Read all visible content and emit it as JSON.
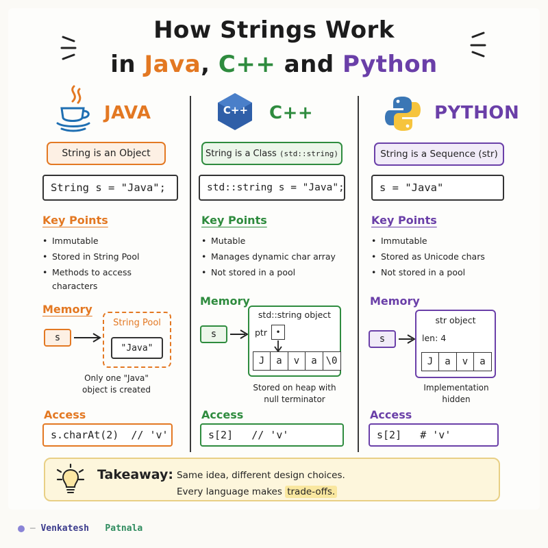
{
  "title": {
    "line1": "How Strings Work",
    "in": "in",
    "java": "Java",
    "comma": ",",
    "cpp": "C++",
    "and": "and",
    "python": "Python"
  },
  "colors": {
    "java": "#e37822",
    "cpp": "#2e8b3e",
    "python": "#6a3fa8",
    "takeaway_bg": "#fdf6dc",
    "highlight": "#f9e79f"
  },
  "java": {
    "name": "JAVA",
    "tag": "String is an Object",
    "code": "String s = \"Java\";",
    "key_points_heading": "Key Points",
    "bullets": [
      "Immutable",
      "Stored in String Pool",
      "Methods to access",
      "characters"
    ],
    "memory_heading": "Memory",
    "var": "s",
    "pool_label": "String Pool",
    "pool_value": "\"Java\"",
    "caption1": "Only one \"Java\"",
    "caption2": "object is created",
    "access_heading": "Access",
    "access_code": "s.charAt(2)  // 'v'"
  },
  "cpp": {
    "name": "C++",
    "logo_text": "C++",
    "tag": "String is a Class",
    "tag_code": "(std::string)",
    "code": "std::string s = \"Java\";",
    "key_points_heading": "Key Points",
    "bullets": [
      "Mutable",
      "Manages dynamic char array",
      "Not stored in a pool"
    ],
    "memory_heading": "Memory",
    "var": "s",
    "object_label": "std::string object",
    "ptr_label": "ptr",
    "ptr_glyph": "•",
    "cells": [
      "J",
      "a",
      "v",
      "a",
      "\\0"
    ],
    "caption1": "Stored on heap with",
    "caption2": "null terminator",
    "access_heading": "Access",
    "access_code": "s[2]   // 'v'"
  },
  "python": {
    "name": "PYTHON",
    "tag": "String is a Sequence (str)",
    "code": "s = \"Java\"",
    "key_points_heading": "Key Points",
    "bullets": [
      "Immutable",
      "Stored as Unicode chars",
      "Not stored in a pool"
    ],
    "memory_heading": "Memory",
    "var": "s",
    "object_label": "str object",
    "len_label": "len: 4",
    "cells": [
      "J",
      "a",
      "v",
      "a"
    ],
    "caption1": "Implementation",
    "caption2": "hidden",
    "access_heading": "Access",
    "access_code": "s[2]   # 'v'"
  },
  "takeaway": {
    "label": "Takeaway:",
    "line1": "Same idea, different design choices.",
    "line2_prefix": "Every language makes",
    "line2_highlight": "trade-offs."
  },
  "footer": {
    "first": "Venkatesh",
    "last": "Patnala"
  }
}
